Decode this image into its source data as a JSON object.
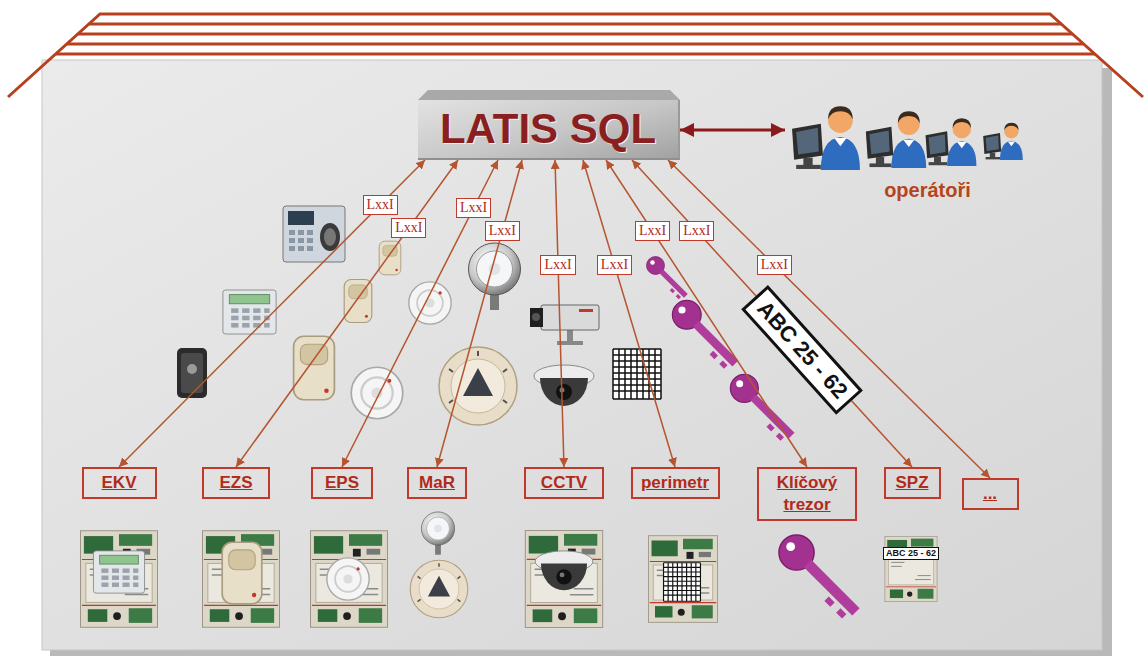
{
  "diagram": {
    "nodes": [
      {
        "text": [
          "LATIS SQL"
        ]
      },
      {
        "text": [
          "operátoři"
        ]
      },
      {
        "text": [
          "EKV"
        ]
      },
      {
        "text": [
          "EZS"
        ]
      },
      {
        "text": [
          "EPS"
        ]
      },
      {
        "text": [
          "MaR"
        ]
      },
      {
        "text": [
          "CCTV"
        ]
      },
      {
        "text": [
          "perimetr"
        ]
      },
      {
        "text": [
          "Klíčový trezor"
        ]
      },
      {
        "text": [
          "SPZ"
        ]
      },
      {
        "text": [
          "..."
        ]
      }
    ],
    "edges": [
      {
        "from": 0,
        "to": 1,
        "arrow": "both"
      },
      {
        "from": 0,
        "to": 2,
        "label": "LxxI",
        "arrow": "both"
      },
      {
        "from": 0,
        "to": 3,
        "label": "LxxI",
        "arrow": "both"
      },
      {
        "from": 0,
        "to": 4,
        "label": "LxxI",
        "arrow": "both"
      },
      {
        "from": 0,
        "to": 5,
        "label": "LxxI",
        "arrow": "both"
      },
      {
        "from": 0,
        "to": 6,
        "label": "LxxI",
        "arrow": "both"
      },
      {
        "from": 0,
        "to": 7,
        "label": "LxxI",
        "arrow": "both"
      },
      {
        "from": 0,
        "to": 8,
        "label": "LxxI",
        "arrow": "both"
      },
      {
        "from": 0,
        "to": 9,
        "label": "LxxI",
        "arrow": "both"
      },
      {
        "from": 0,
        "to": 10,
        "label": "LxxI",
        "arrow": "both"
      }
    ],
    "labels": [
      "ABC 25 - 62",
      "ABC 25 - 62"
    ]
  }
}
